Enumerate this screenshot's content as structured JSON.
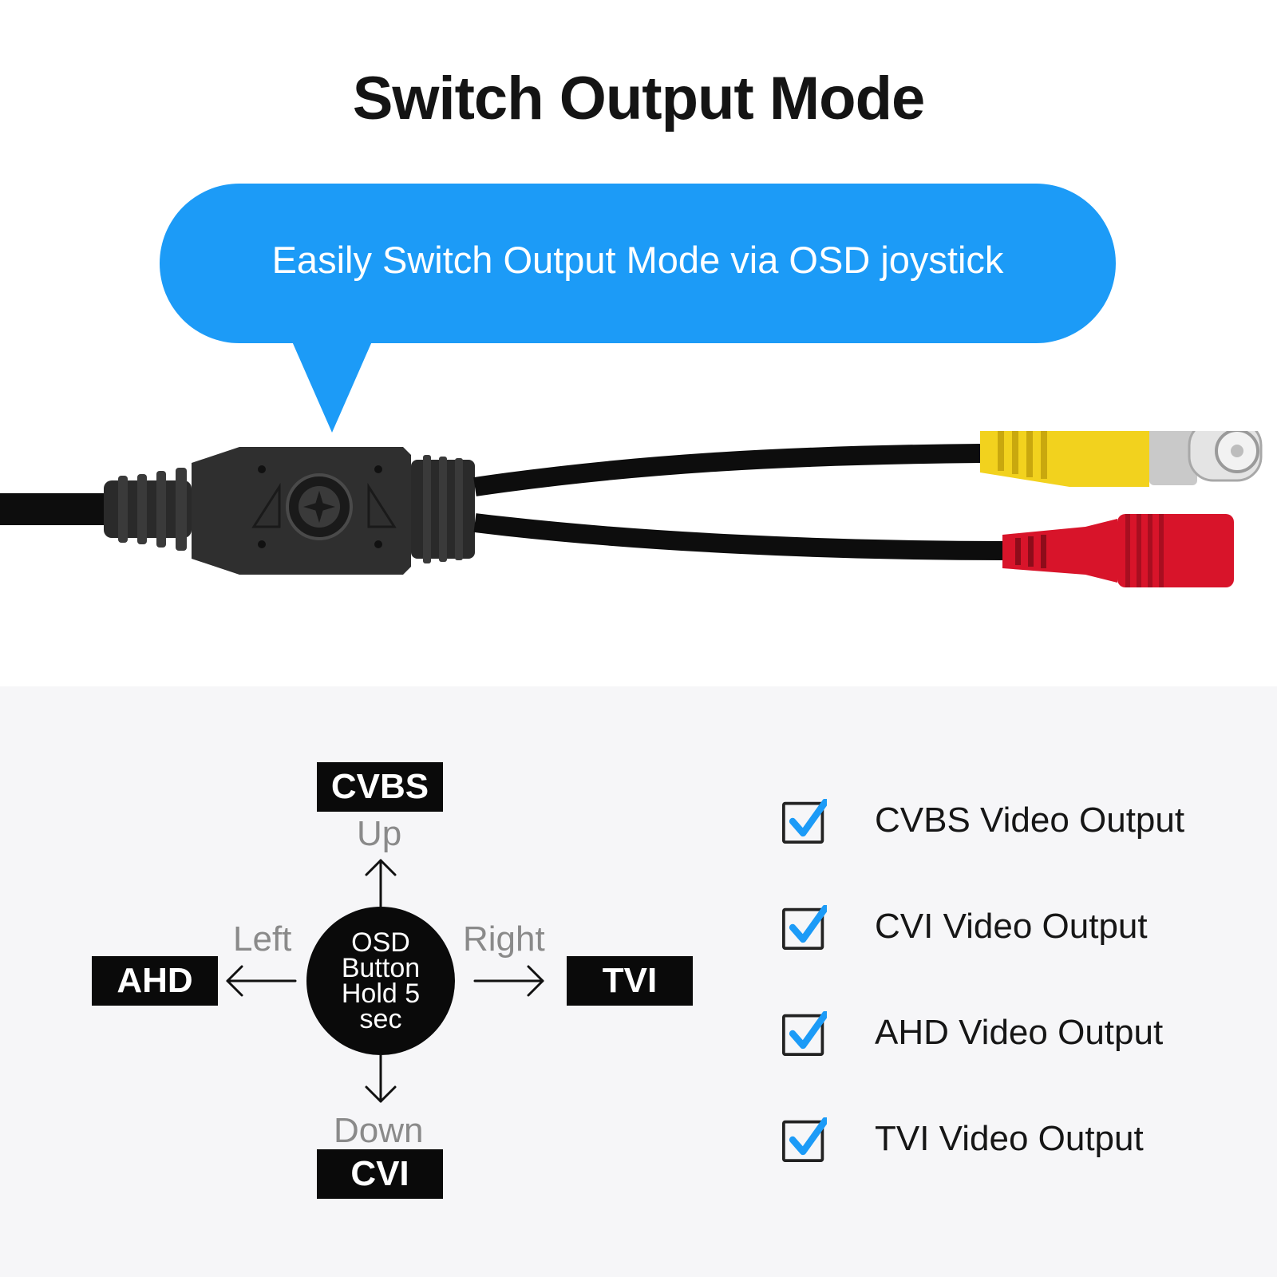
{
  "title": "Switch Output Mode",
  "bubble": {
    "text": "Easily Switch Output Mode via OSD joystick"
  },
  "joystick": {
    "center_label": "OSD Button Hold 5 sec",
    "up": {
      "direction": "Up",
      "mode": "CVBS"
    },
    "down": {
      "direction": "Down",
      "mode": "CVI"
    },
    "left": {
      "direction": "Left",
      "mode": "AHD"
    },
    "right": {
      "direction": "Right",
      "mode": "TVI"
    }
  },
  "outputs": [
    {
      "label": "CVBS Video Output",
      "checked": true
    },
    {
      "label": "CVI Video Output",
      "checked": true
    },
    {
      "label": "AHD Video Output",
      "checked": true
    },
    {
      "label": "TVI Video Output",
      "checked": true
    }
  ],
  "colors": {
    "accent": "#1c9bf7",
    "dark": "#0a0a0a",
    "connector_yellow": "#f2d21e",
    "connector_red": "#d8142a"
  },
  "icons": [
    "checkbox-checked-icon",
    "arrow-up-icon",
    "arrow-down-icon",
    "arrow-left-icon",
    "arrow-right-icon"
  ]
}
